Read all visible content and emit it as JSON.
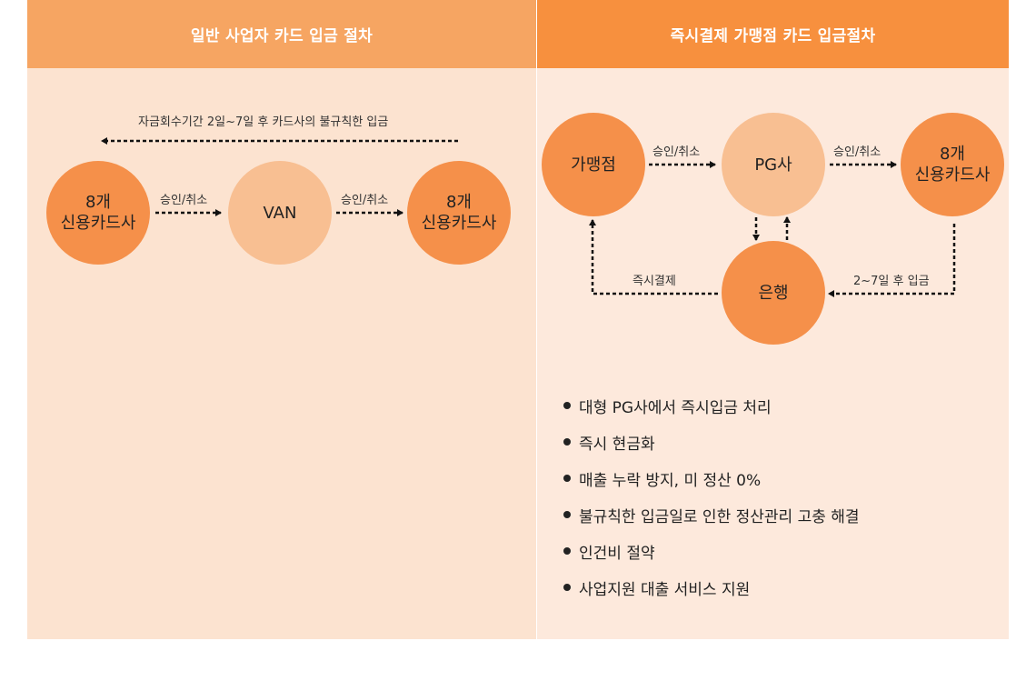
{
  "left_panel": {
    "title": "일반 사업자 카드 입금 절차",
    "top_note": "자금회수기간 2일~7일 후 카드사의 불규칙한 입금",
    "node_card_left": {
      "line1": "8개",
      "line2": "신용카드사"
    },
    "node_van": "VAN",
    "node_card_right": {
      "line1": "8개",
      "line2": "신용카드사"
    },
    "edge_label_1": "승인/취소",
    "edge_label_2": "승인/취소"
  },
  "right_panel": {
    "title": "즉시결제 가맹점 카드 입금절차",
    "node_merchant": "가맹점",
    "node_pg": "PG사",
    "node_card": {
      "line1": "8개",
      "line2": "신용카드사"
    },
    "node_bank": "은행",
    "edge_label_merchant_pg": "승인/취소",
    "edge_label_pg_card": "승인/취소",
    "edge_label_card_bank": "2~7일 후 입금",
    "edge_label_bank_merchant": "즉시결제",
    "benefits": [
      "대형 PG사에서 즉시입금 처리",
      "즉시 현금화",
      "매출 누락 방지, 미 정산 0%",
      "불규칙한 입금일로 인한 정산관리 고충 해결",
      "인건비 절약",
      "사업지원 대출 서비스 지원"
    ]
  },
  "colors": {
    "left_header": "#f6a562",
    "right_header": "#f7903e",
    "left_bg": "#fce3d0",
    "right_bg": "#fde9dc",
    "node_dark": "#f5904a",
    "node_light": "#f8bf92"
  }
}
